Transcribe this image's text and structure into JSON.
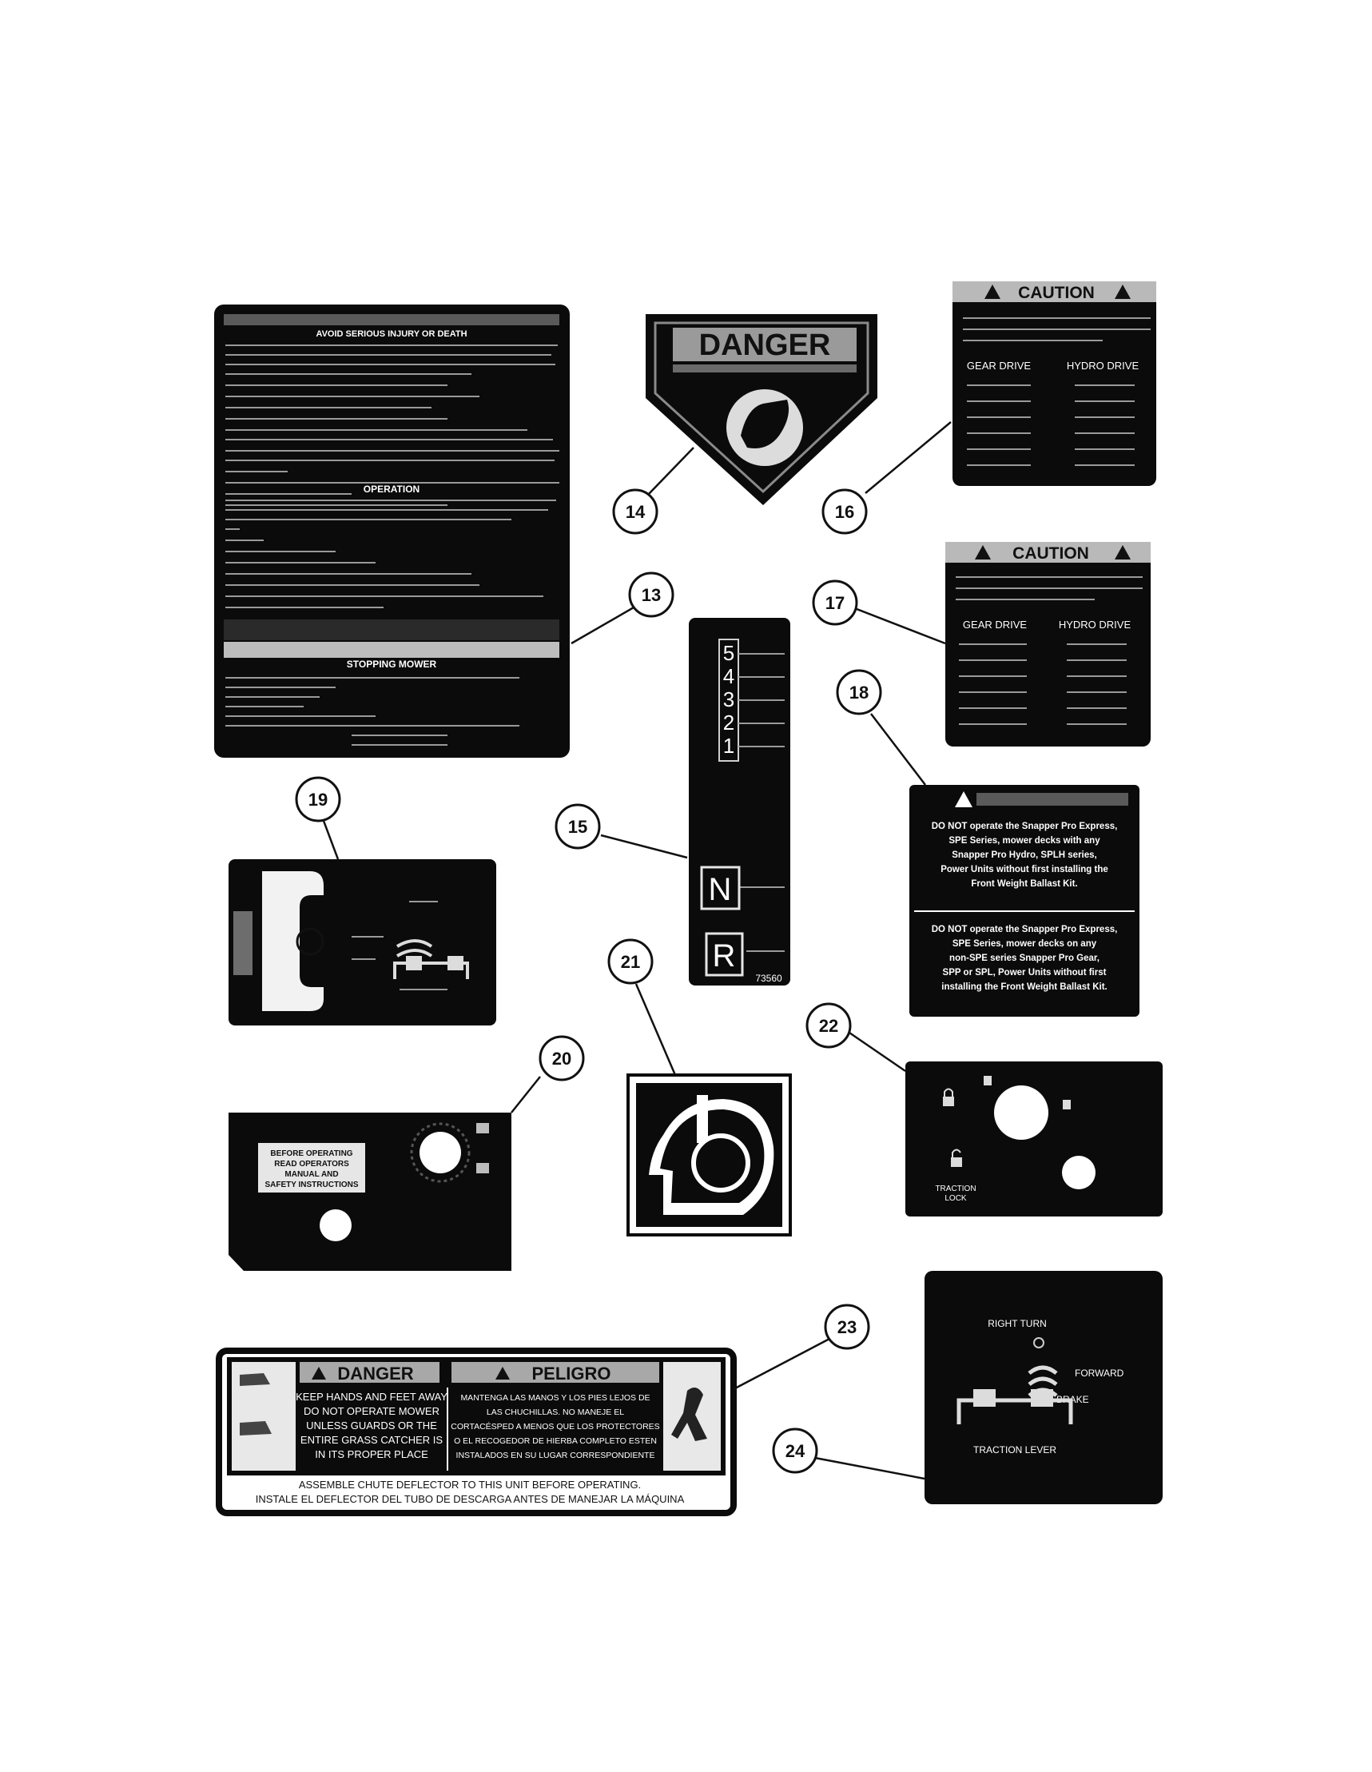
{
  "callouts": [
    "13",
    "14",
    "15",
    "16",
    "17",
    "18",
    "19",
    "20",
    "21",
    "22",
    "23",
    "24"
  ],
  "decal13": {
    "line1": "AVOID SERIOUS INJURY OR DEATH",
    "section_operation": "OPERATION",
    "section_stopping": "STOPPING MOWER"
  },
  "decal14": {
    "word": "DANGER"
  },
  "decal15": {
    "gears": [
      "5",
      "4",
      "3",
      "2",
      "1"
    ],
    "neutral": "N",
    "reverse": "R",
    "part_no": "73560"
  },
  "decal16": {
    "title": "CAUTION",
    "col1": "GEAR DRIVE",
    "col2": "HYDRO DRIVE"
  },
  "decal17": {
    "title": "CAUTION",
    "col1": "GEAR DRIVE",
    "col2": "HYDRO DRIVE"
  },
  "decal18": {
    "lines_top": [
      "DO NOT operate the Snapper Pro Express,",
      "SPE Series, mower decks with any",
      "Snapper Pro Hydro, SPLH series,",
      "Power Units without first installing the",
      "Front Weight Ballast Kit."
    ],
    "lines_bottom": [
      "DO NOT operate the Snapper Pro Express,",
      "SPE Series, mower decks on any",
      "non-SPE series Snapper Pro Gear,",
      "SPP or SPL, Power Units without first",
      "installing the Front Weight Ballast Kit."
    ]
  },
  "decal20": {
    "lines": [
      "BEFORE OPERATING",
      "READ OPERATORS",
      "MANUAL AND",
      "SAFETY INSTRUCTIONS"
    ]
  },
  "decal22": {
    "traction": "TRACTION",
    "lock": "LOCK"
  },
  "decal23": {
    "danger": "DANGER",
    "peligro": "PELIGRO",
    "en_lines": [
      "KEEP HANDS AND FEET AWAY",
      "DO NOT OPERATE MOWER",
      "UNLESS GUARDS OR THE",
      "ENTIRE GRASS CATCHER IS",
      "IN ITS PROPER PLACE"
    ],
    "es_lines": [
      "MANTENGA LAS MANOS Y LOS PIES LEJOS DE",
      "LAS CHUCHILLAS. NO MANEJE EL",
      "CORTACÉSPED A MENOS QUE LOS PROTECTORES",
      "O EL RECOGEDOR DE HIERBA COMPLETO ESTEN",
      "INSTALADOS EN SU LUGAR CORRESPONDIENTE"
    ],
    "footer1": "ASSEMBLE CHUTE DEFLECTOR TO THIS UNIT BEFORE OPERATING.",
    "footer2": "INSTALE EL DEFLECTOR DEL TUBO DE DESCARGA ANTES DE MANEJAR LA MÁQUINA"
  },
  "decal24": {
    "right_turn": "RIGHT TURN",
    "forward": "FORWARD",
    "brake": "BRAKE",
    "traction_lever": "TRACTION LEVER"
  }
}
